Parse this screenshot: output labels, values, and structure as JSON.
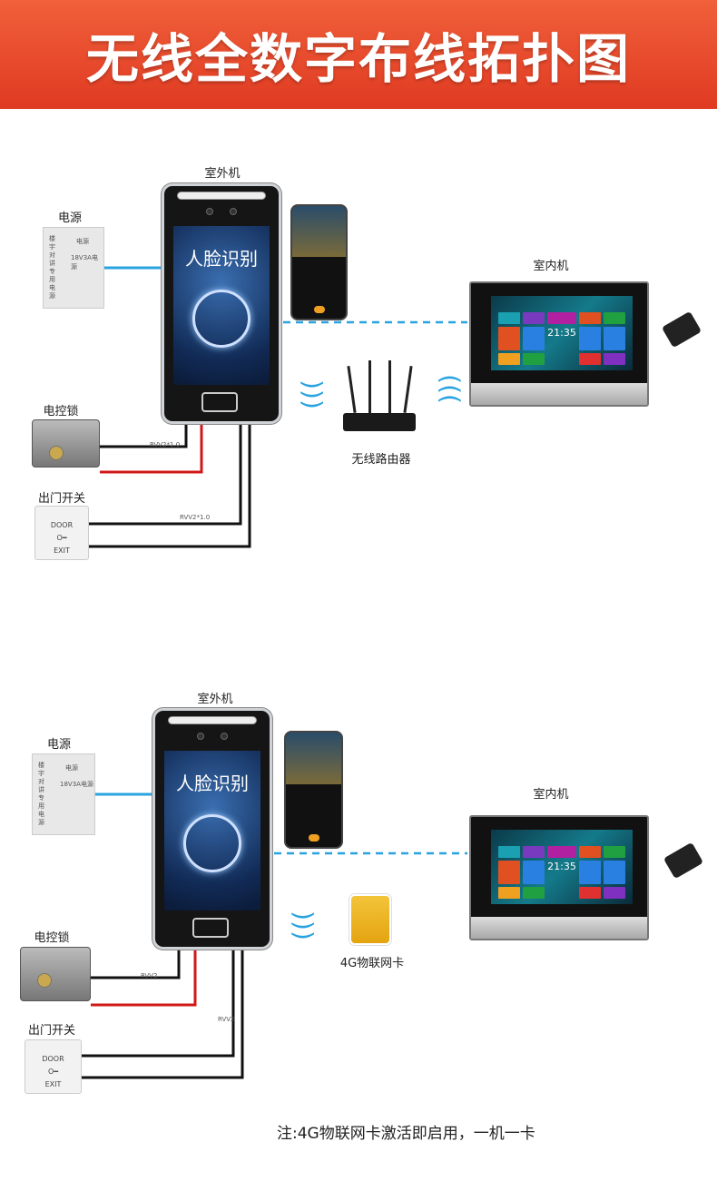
{
  "header": {
    "title": "无线全数字布线拓扑图"
  },
  "section1": {
    "outdoor_label": "室外机",
    "screen_text": "人脸识别",
    "power_label": "电源",
    "power_box_text": [
      "楼宇对讲专用电源",
      "电源",
      "18V3A电源"
    ],
    "indoor_label": "室内机",
    "clock": "21:35",
    "lock_label": "电控锁",
    "switch_label": "出门开关",
    "switch_text": [
      "DOOR",
      "O━",
      "EXIT"
    ],
    "wire_label_lock": "RVV2*1.0",
    "wire_label_switch": "RVV2*1.0",
    "router_label": "无线路由器"
  },
  "section2": {
    "outdoor_label": "室外机",
    "screen_text": "人脸识别",
    "power_label": "电源",
    "power_box_text": [
      "楼宇对讲专用电源",
      "电源",
      "18V3A电源"
    ],
    "indoor_label": "室内机",
    "clock": "21:35",
    "lock_label": "电控锁",
    "switch_label": "出门开关",
    "switch_text": [
      "DOOR",
      "O━",
      "EXIT"
    ],
    "wire_label_lock": "RVV2",
    "wire_label_switch": "RVV2",
    "sim_label": "4G物联网卡"
  },
  "note": "注:4G物联网卡激活即启用，一机一卡",
  "colors": {
    "header": "#e8452a",
    "signal": "#29a3e0",
    "wire_red": "#d01818",
    "wire_black": "#111111"
  }
}
